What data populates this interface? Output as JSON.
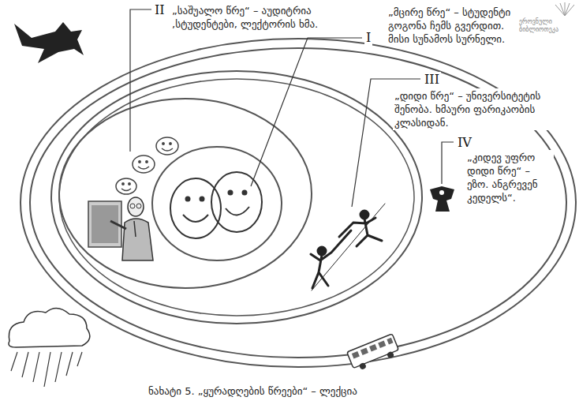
{
  "diagram": {
    "caption": "ნახატი 5. „ყურადღების წრეები“ – ლექცია",
    "labels": [
      "II",
      "„საშუალო წრე“ – აუდიტრია ,სტუდენტები, ლექტორის ხმა.",
      "I",
      "„მცირე წრე“ – სტუდენტი გოგონა ჩემს გვერდით. მისი სუნამოს სურნელი.",
      "ეროვნული ბიბლიოთეკა",
      "III",
      "„დიდი წრე“ – უნივერსიტეტის შენობა. ხმაური ფარიკაობის კლასიდან.",
      "IV",
      "„კიდევ უფრო დიდი წრე“ – ეზო. ანგრევენ კედელს“."
    ]
  }
}
